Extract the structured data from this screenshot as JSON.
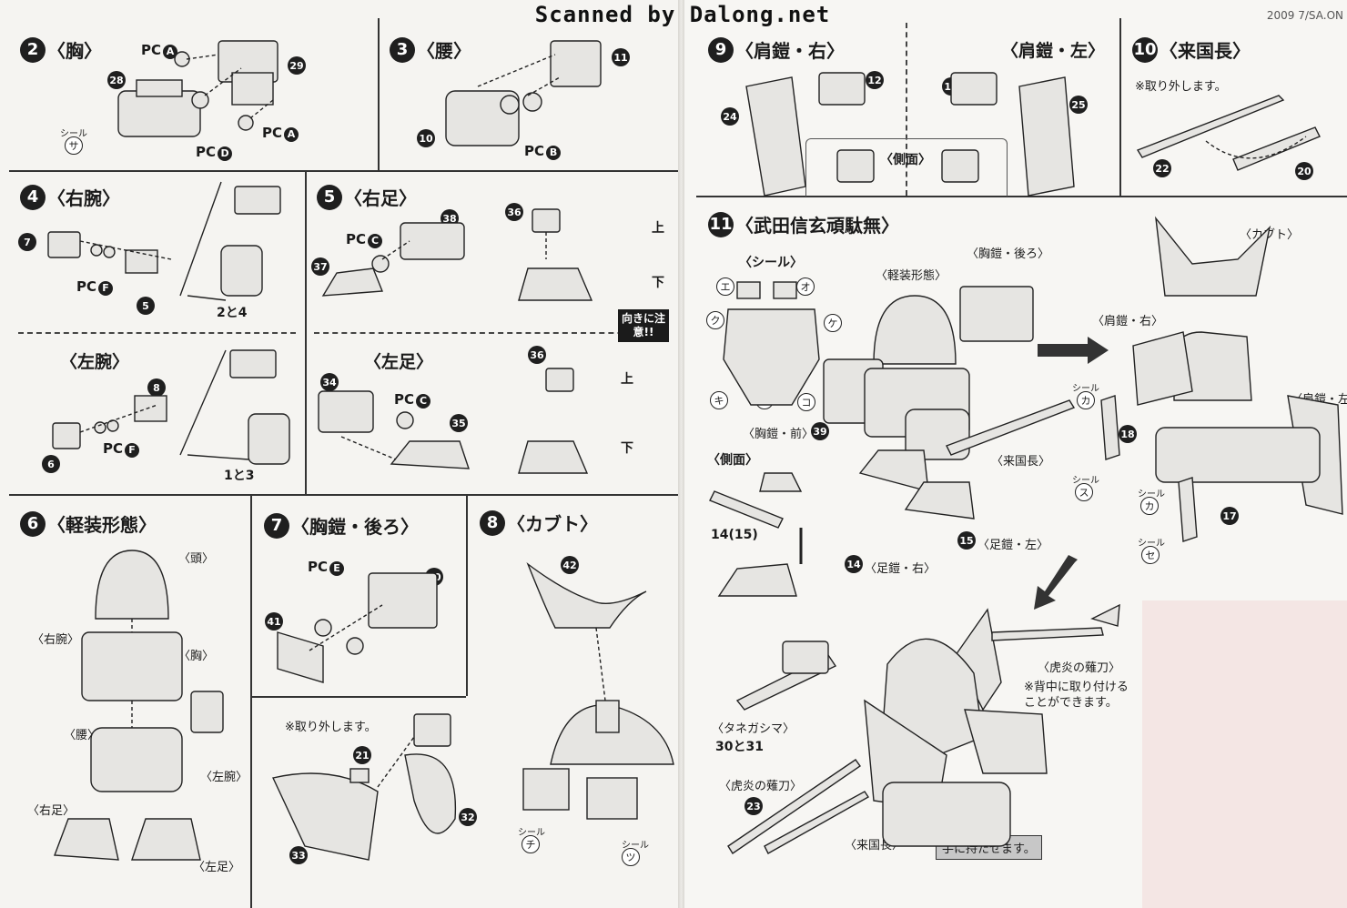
{
  "banner": "Scanned by Dalong.net",
  "ref": "2009 7/SA.ON",
  "left": {
    "s2": {
      "num": "2",
      "title": "〈胸〉",
      "parts": [
        "28",
        "29"
      ],
      "pc": [
        "A",
        "D",
        "A"
      ],
      "seal_label": "シール",
      "seal": "サ"
    },
    "s3": {
      "num": "3",
      "title": "〈腰〉",
      "parts": [
        "11",
        "10"
      ],
      "pc": "B"
    },
    "s4": {
      "num": "4",
      "title": "〈右腕〉",
      "parts": [
        "7",
        "5"
      ],
      "pc": "F",
      "combo": "2と4"
    },
    "s4b": {
      "title": "〈左腕〉",
      "parts": [
        "8",
        "6"
      ],
      "pc": "F",
      "combo": "1と3"
    },
    "s5": {
      "num": "5",
      "title": "〈右足〉",
      "parts": [
        "38",
        "37",
        "36"
      ],
      "pc": "C",
      "up": "上",
      "down": "下",
      "warn": "向きに注意!!"
    },
    "s5b": {
      "title": "〈左足〉",
      "parts": [
        "34",
        "35",
        "36"
      ],
      "pc": "C",
      "up": "上",
      "down": "下"
    },
    "s6": {
      "num": "6",
      "title": "〈軽装形態〉",
      "labels": [
        "〈頭〉",
        "〈右腕〉",
        "〈胸〉",
        "〈腰〉",
        "〈左腕〉",
        "〈右足〉",
        "〈左足〉"
      ]
    },
    "s7": {
      "num": "7",
      "title": "〈胸鎧・後ろ〉",
      "parts": [
        "40",
        "41"
      ],
      "pc": "E"
    },
    "s7b": {
      "note": "※取り外します。",
      "parts": [
        "21",
        "32",
        "33"
      ]
    },
    "s8": {
      "num": "8",
      "title": "〈カブト〉",
      "parts": [
        "42"
      ],
      "seal_label": "シール",
      "seals": [
        "チ",
        "ツ"
      ]
    }
  },
  "right": {
    "s9": {
      "num": "9",
      "title": "〈肩鎧・右〉",
      "title2": "〈肩鎧・左〉",
      "parts": [
        "12",
        "24",
        "13",
        "25"
      ],
      "side": "〈側面〉"
    },
    "s10": {
      "num": "10",
      "title": "〈来国長〉",
      "note": "※取り外します。",
      "parts": [
        "22",
        "20"
      ]
    },
    "s11": {
      "num": "11",
      "title": "〈武田信玄頑駄無〉",
      "seal_box": "〈シール〉",
      "seal_chars": [
        "エ",
        "オ",
        "ク",
        "ケ",
        "キ",
        "シ",
        "コ"
      ],
      "labels": {
        "chest_back": "〈胸鎧・後ろ〉",
        "light": "〈軽装形態〉",
        "chest_front": "〈胸鎧・前〉",
        "side": "〈側面〉",
        "raikuni": "〈来国長〉",
        "foot_r": "〈足鎧・右〉",
        "foot_l": "〈足鎧・左〉",
        "kabuto": "〈カブト〉",
        "shoulder_r": "〈肩鎧・右〉",
        "shoulder_l": "〈肩鎧・左〉",
        "tanegashima": "〈タネガシマ〉",
        "naginata": "〈虎炎の薙刀〉",
        "naginata2": "〈虎炎の薙刀〉",
        "raikuni2": "〈来国長〉"
      },
      "parts": [
        "39",
        "14",
        "15",
        "18",
        "17",
        "23"
      ],
      "step14": "14(15)",
      "combo": "30と31",
      "seal_label": "シール",
      "seals": [
        "カ",
        "ス",
        "カ",
        "セ"
      ],
      "note_naginata": "※背中に取り付けることができます。",
      "hand_note": "手に持たせます。"
    }
  }
}
